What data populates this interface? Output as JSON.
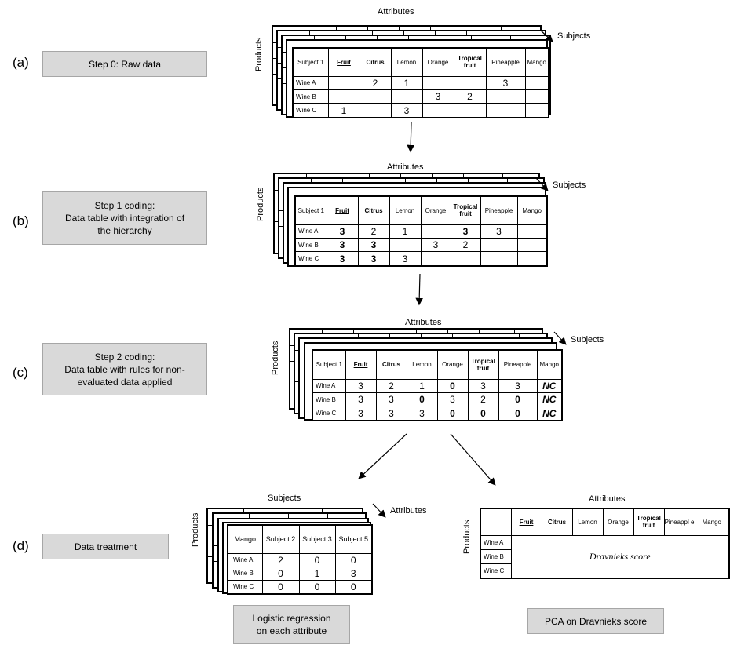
{
  "rows": [
    {
      "id": "a",
      "label": "(a)",
      "step": "Step 0: Raw data"
    },
    {
      "id": "b",
      "label": "(b)",
      "step": "Step 1 coding:\nData table with integration of\nthe hierarchy"
    },
    {
      "id": "c",
      "label": "(c)",
      "step": "Step 2 coding:\nData table with rules for non-\nevaluated data applied"
    },
    {
      "id": "d",
      "label": "(d)",
      "step": "Data treatment"
    }
  ],
  "axis": {
    "attributes": "Attributes",
    "subjects": "Subjects",
    "products": "Products"
  },
  "tables": {
    "a": {
      "corner": "Subject  1",
      "headers": [
        "Fruit",
        "Citrus",
        "Lemon",
        "Orange",
        "Tropical fruit",
        "Pineapple",
        "Mango"
      ],
      "rows": [
        {
          "name": "Wine  A",
          "cells": [
            "",
            "2",
            "1",
            "",
            "",
            "3",
            ""
          ]
        },
        {
          "name": "Wine  B",
          "cells": [
            "",
            "",
            "",
            "3",
            "2",
            "",
            ""
          ]
        },
        {
          "name": "Wine  C",
          "cells": [
            "1",
            "",
            "3",
            "",
            "",
            "",
            ""
          ]
        }
      ]
    },
    "b": {
      "corner": "Subject  1",
      "headers": [
        "Fruit",
        "Citrus",
        "Lemon",
        "Orange",
        "Tropical fruit",
        "Pineapple",
        "Mango"
      ],
      "rows": [
        {
          "name": "Wine  A",
          "cells": [
            "3",
            "2",
            "1",
            "",
            "3",
            "3",
            ""
          ]
        },
        {
          "name": "Wine  B",
          "cells": [
            "3",
            "3",
            "",
            "3",
            "2",
            "",
            ""
          ]
        },
        {
          "name": "Wine  C",
          "cells": [
            "3",
            "3",
            "3",
            "",
            "",
            "",
            ""
          ]
        }
      ]
    },
    "c": {
      "corner": "Subject  1",
      "headers": [
        "Fruit",
        "Citrus",
        "Lemon",
        "Orange",
        "Tropical fruit",
        "Pineapple",
        "Mango"
      ],
      "rows": [
        {
          "name": "Wine  A",
          "cells": [
            "3",
            "2",
            "1",
            "0",
            "3",
            "3",
            "NC"
          ]
        },
        {
          "name": "Wine  B",
          "cells": [
            "3",
            "3",
            "0",
            "3",
            "2",
            "0",
            "NC"
          ]
        },
        {
          "name": "Wine  C",
          "cells": [
            "3",
            "3",
            "3",
            "0",
            "0",
            "0",
            "NC"
          ]
        }
      ]
    },
    "d1": {
      "corner": "Mango",
      "headers": [
        "Subject  2",
        "Subject  3",
        "Subject  5"
      ],
      "rows": [
        {
          "name": "Wine  A",
          "cells": [
            "2",
            "0",
            "0"
          ]
        },
        {
          "name": "Wine  B",
          "cells": [
            "0",
            "1",
            "3"
          ]
        },
        {
          "name": "Wine  C",
          "cells": [
            "0",
            "0",
            "0"
          ]
        }
      ]
    },
    "d2": {
      "headers": [
        "Fruit",
        "Citrus",
        "Lemon",
        "Orange",
        "Tropical fruit",
        "Pineappl e",
        "Mango"
      ],
      "rows": [
        "Wine  A",
        "Wine  B",
        "Wine  C"
      ],
      "body": "Dravnieks score"
    }
  },
  "method_labels": {
    "logistic": "Logistic regression\non each attribute",
    "pca": "PCA on Dravnieks score"
  }
}
